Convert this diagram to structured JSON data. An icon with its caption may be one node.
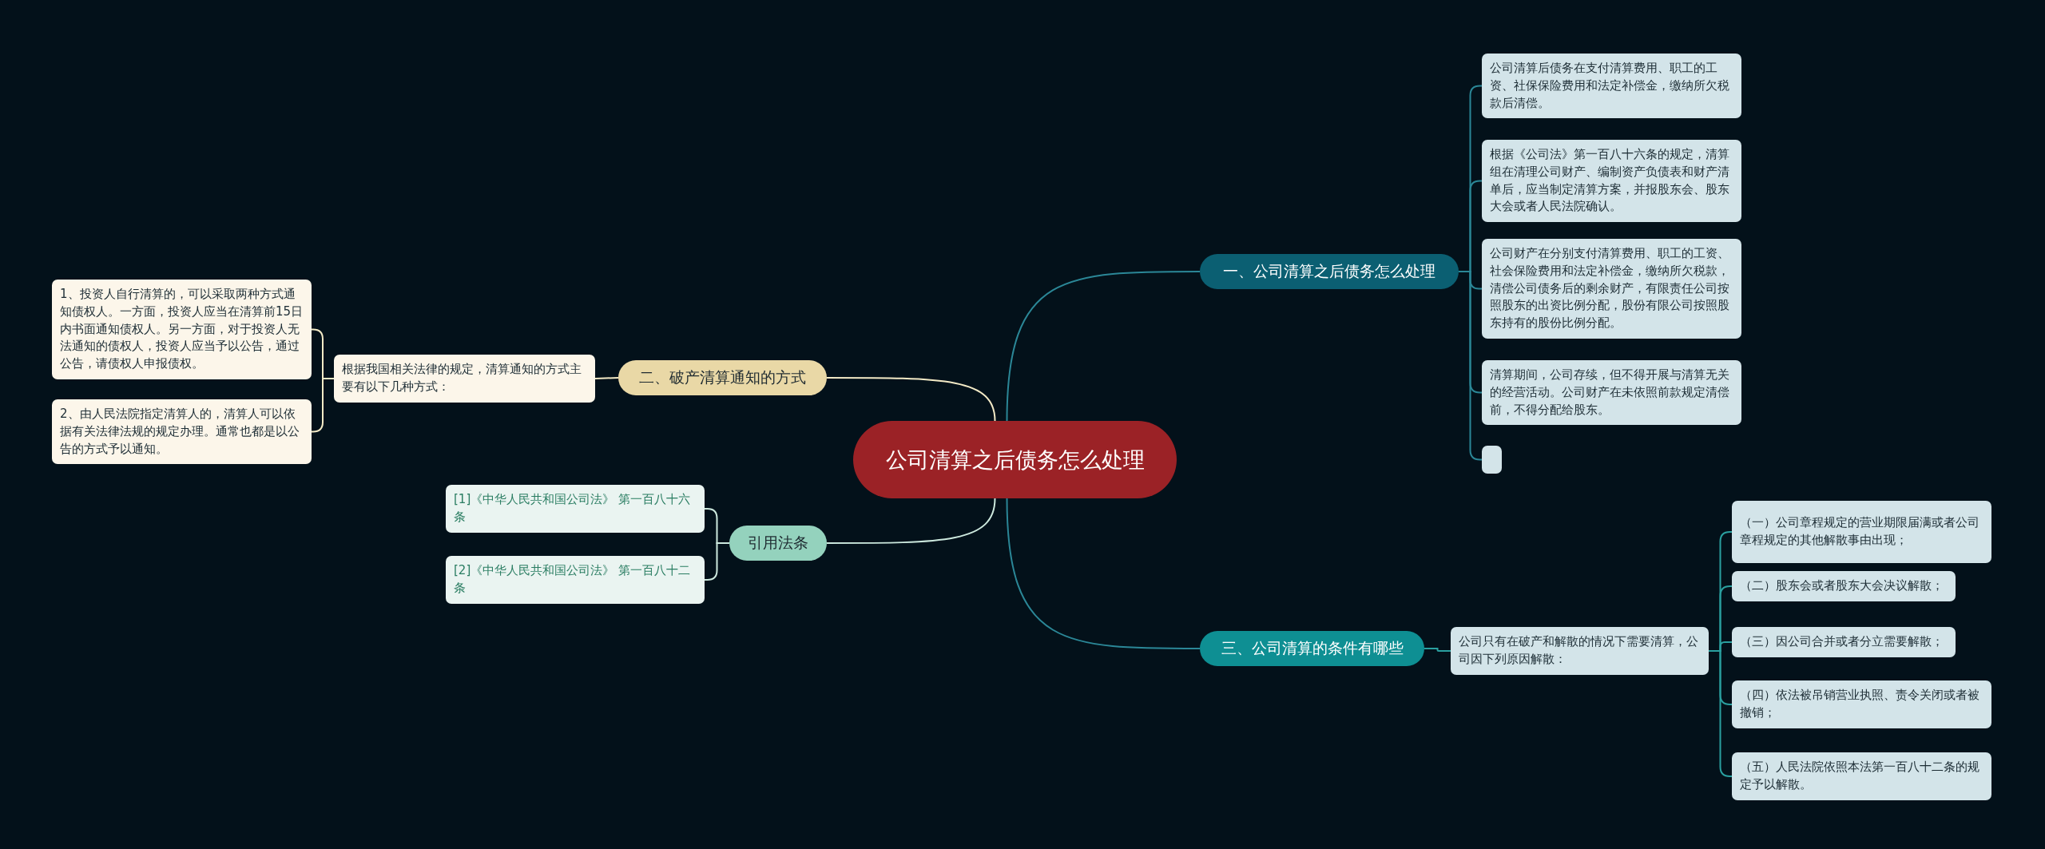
{
  "diagram": {
    "nodes": [
      {
        "text": [
          "公司清算之后债务怎么处理"
        ]
      },
      {
        "text": [
          "一、公司清算之后债务怎么处理"
        ]
      },
      {
        "text": [
          "公司清算后债务在支付清算费用、职工的工资、社保保险费用和法定补偿金，缴纳所欠税款后清偿。"
        ]
      },
      {
        "text": [
          "根据《公司法》第一百八十六条的规定，清算组在清理公司财产、编制资产负债表和财产清单后，应当制定清算方案，并报股东会、股东大会或者人民法院确认。"
        ]
      },
      {
        "text": [
          "公司财产在分别支付清算费用、职工的工资、社会保险费用和法定补偿金，缴纳所欠税款，清偿公司债务后的剩余财产，有限责任公司按照股东的出资比例分配，股份有限公司按照股东持有的股份比例分配。"
        ]
      },
      {
        "text": [
          "清算期间，公司存续，但不得开展与清算无关的经营活动。公司财产在未依照前款规定清偿前，不得分配给股东。"
        ]
      },
      {
        "text": [],
        "shape": "box"
      },
      {
        "text": [
          "三、公司清算的条件有哪些"
        ]
      },
      {
        "text": [
          "公司只有在破产和解散的情况下需要清算，公司因下列原因解散："
        ]
      },
      {
        "text": [
          "（一）公司章程规定的营业期限届满或者公司章程规定的其他解散事由出现；"
        ]
      },
      {
        "text": [
          "（二）股东会或者股东大会决议解散；"
        ]
      },
      {
        "text": [
          "（三）因公司合并或者分立需要解散；"
        ]
      },
      {
        "text": [
          "（四）依法被吊销营业执照、责令关闭或者被撤销；"
        ]
      },
      {
        "text": [
          "（五）人民法院依照本法第一百八十二条的规定予以解散。"
        ]
      },
      {
        "text": [
          "二、破产清算通知的方式"
        ]
      },
      {
        "text": [
          "根据我国相关法律的规定，清算通知的方式主要有以下几种方式："
        ]
      },
      {
        "text": [
          "1、投资人自行清算的，可以采取两种方式通知债权人。一方面，投资人应当在清算前15日内书面通知债权人。另一方面，对于投资人无法通知的债权人，投资人应当予以公告，通过公告，请债权人申报债权。"
        ]
      },
      {
        "text": [
          "2、由人民法院指定清算人的，清算人可以依据有关法律法规的规定办理。通常也都是以公告的方式予以通知。"
        ]
      },
      {
        "text": [
          "引用法条"
        ]
      },
      {
        "text": [
          "[1]《中华人民共和国公司法》 第一百八十六条"
        ]
      },
      {
        "text": [
          "[2]《中华人民共和国公司法》 第一百八十二条"
        ]
      }
    ],
    "edges": [
      {
        "from": 0,
        "to": 1,
        "arrow": "none",
        "color": "#2b8797"
      },
      {
        "from": 0,
        "to": 7,
        "arrow": "none",
        "color": "#2b8797"
      },
      {
        "from": 0,
        "to": 14,
        "arrow": "none",
        "color": "#f3eac6"
      },
      {
        "from": 0,
        "to": 18,
        "arrow": "none",
        "color": "#cde9de"
      },
      {
        "from": 1,
        "to": 2,
        "arrow": "none",
        "color": "#2b8797"
      },
      {
        "from": 1,
        "to": 3,
        "arrow": "none",
        "color": "#2b8797"
      },
      {
        "from": 1,
        "to": 4,
        "arrow": "none",
        "color": "#2b8797"
      },
      {
        "from": 1,
        "to": 5,
        "arrow": "none",
        "color": "#2b8797"
      },
      {
        "from": 1,
        "to": 6,
        "arrow": "none",
        "color": "#2b8797"
      },
      {
        "from": 7,
        "to": 8,
        "arrow": "none",
        "color": "#2aa0a0"
      },
      {
        "from": 8,
        "to": 9,
        "arrow": "none",
        "color": "#2aa0a0"
      },
      {
        "from": 8,
        "to": 10,
        "arrow": "none",
        "color": "#2aa0a0"
      },
      {
        "from": 8,
        "to": 11,
        "arrow": "none",
        "color": "#2aa0a0"
      },
      {
        "from": 8,
        "to": 12,
        "arrow": "none",
        "color": "#2aa0a0"
      },
      {
        "from": 8,
        "to": 13,
        "arrow": "none",
        "color": "#2aa0a0"
      },
      {
        "from": 14,
        "to": 15,
        "arrow": "none",
        "color": "#f3eac6"
      },
      {
        "from": 15,
        "to": 16,
        "arrow": "none",
        "color": "#f3eac6"
      },
      {
        "from": 15,
        "to": 17,
        "arrow": "none",
        "color": "#f3eac6"
      },
      {
        "from": 18,
        "to": 19,
        "arrow": "none",
        "color": "#cde9de"
      },
      {
        "from": 18,
        "to": 20,
        "arrow": "none",
        "color": "#cde9de"
      }
    ]
  }
}
